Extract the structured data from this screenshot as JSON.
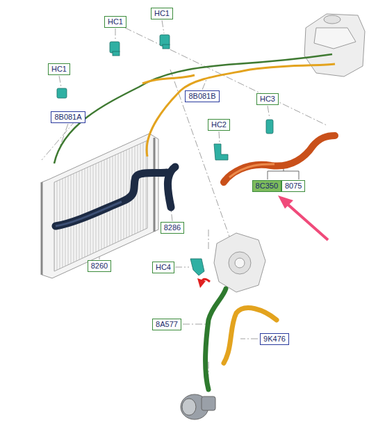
{
  "diagram": {
    "nodes": [
      {
        "text": [
          "HC1"
        ]
      },
      {
        "text": [
          "HC1"
        ]
      },
      {
        "text": [
          "HC1"
        ]
      },
      {
        "text": [
          "8B081B"
        ]
      },
      {
        "text": [
          "HC3"
        ]
      },
      {
        "text": [
          "8B081A"
        ]
      },
      {
        "text": [
          "HC2"
        ]
      },
      {
        "text": [
          "8C350"
        ]
      },
      {
        "text": [
          "8075"
        ]
      },
      {
        "text": [
          "8286"
        ]
      },
      {
        "text": [
          "8260"
        ]
      },
      {
        "text": [
          "HC4"
        ]
      },
      {
        "text": [
          "8A577"
        ]
      },
      {
        "text": [
          "9K476"
        ]
      }
    ]
  }
}
